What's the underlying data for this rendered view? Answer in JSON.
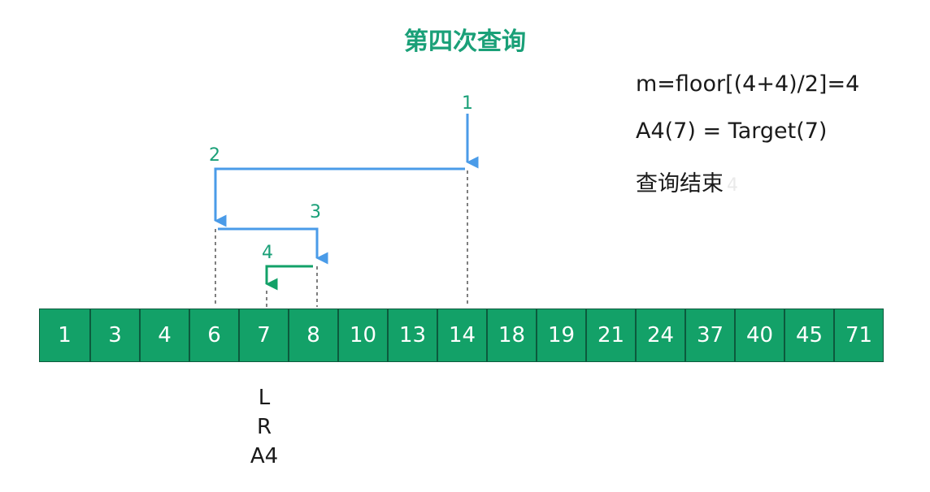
{
  "title": "第四次查询",
  "info": {
    "line1": "m=floor[(4+4)/2]=4",
    "line2": "A4(7) = Target(7)",
    "line3": "查询结束",
    "line3_ghost": "4"
  },
  "array": [
    "1",
    "3",
    "4",
    "6",
    "7",
    "8",
    "10",
    "13",
    "14",
    "18",
    "19",
    "21",
    "24",
    "37",
    "40",
    "45",
    "71"
  ],
  "pointer_labels": [
    "L",
    "R",
    "A4"
  ],
  "steps": [
    "1",
    "2",
    "3",
    "4"
  ],
  "colors": {
    "title": "#1aa078",
    "cell": "#13a168",
    "arrow_blue": "#4a9be8",
    "arrow_green": "#13a168"
  }
}
